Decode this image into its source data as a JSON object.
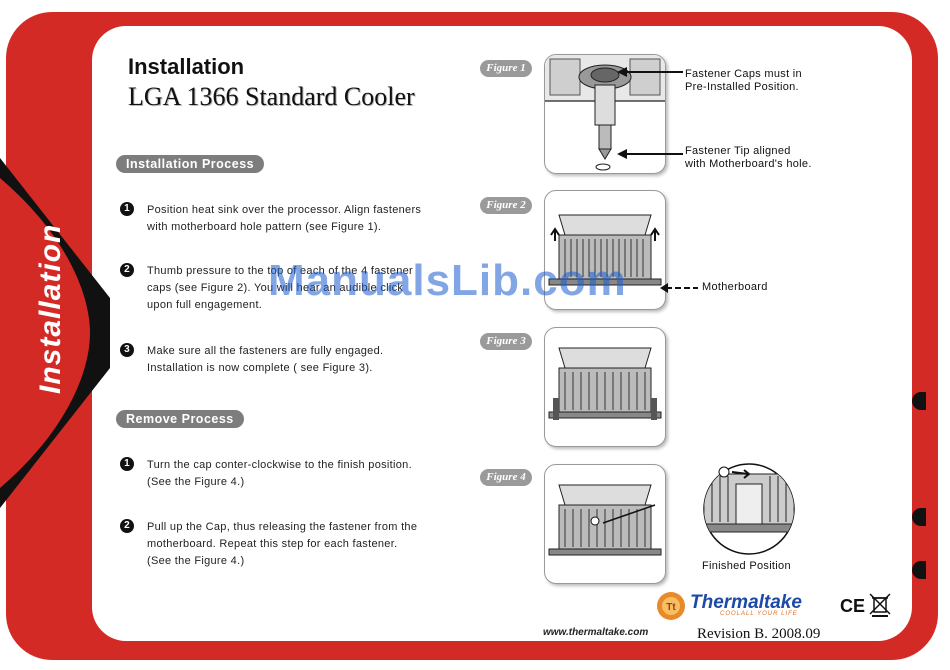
{
  "header": {
    "title": "Installation",
    "subtitle": "LGA 1366 Standard Cooler"
  },
  "side_tab": {
    "label": "Installation"
  },
  "install_section": {
    "title": "Installation Process",
    "steps": [
      {
        "num": "1",
        "line1": "Position heat sink over the processor. Align fasteners",
        "line2": "with motherboard hole pattern (see Figure 1).",
        "line3": ""
      },
      {
        "num": "2",
        "line1": "Thumb pressure to the top of each of the 4 fastener",
        "line2": "caps (see Figure 2). You will hear an audible click",
        "line3": "upon full engagement."
      },
      {
        "num": "3",
        "line1": "Make sure all the fasteners are fully engaged.",
        "line2": "Installation is now complete ( see Figure 3).",
        "line3": ""
      }
    ]
  },
  "remove_section": {
    "title": "Remove Process",
    "steps": [
      {
        "num": "1",
        "line1": "Turn the cap conter-clockwise to the finish position.",
        "line2": "(See the Figure 4.)",
        "line3": ""
      },
      {
        "num": "2",
        "line1": "Pull up the Cap, thus releasing the fastener from the",
        "line2": "motherboard. Repeat this step for each fastener.",
        "line3": "(See the Figure 4.)"
      }
    ]
  },
  "figures": {
    "fig1": {
      "label": "Figure 1",
      "callout_top_1": "Fastener Caps must in",
      "callout_top_2": "Pre-Installed Position.",
      "callout_bottom_1": "Fastener Tip aligned",
      "callout_bottom_2": "with Motherboard's hole."
    },
    "fig2": {
      "label": "Figure 2",
      "callout": "Motherboard"
    },
    "fig3": {
      "label": "Figure 3"
    },
    "fig4": {
      "label": "Figure 4",
      "callout": "Finished Position"
    }
  },
  "watermark": "ManualsLib.com",
  "footer": {
    "brand": "Thermaltake",
    "tagline": "COOLALL YOUR LIFE",
    "website": "www.thermaltake.com",
    "revision": "Revision B. 2008.09",
    "ce_mark": "CE"
  },
  "colors": {
    "frame_red": "#d42a26",
    "pill_gray": "#7d7d7d",
    "brand_blue": "#1c4aa8",
    "brand_orange": "#e07020"
  }
}
